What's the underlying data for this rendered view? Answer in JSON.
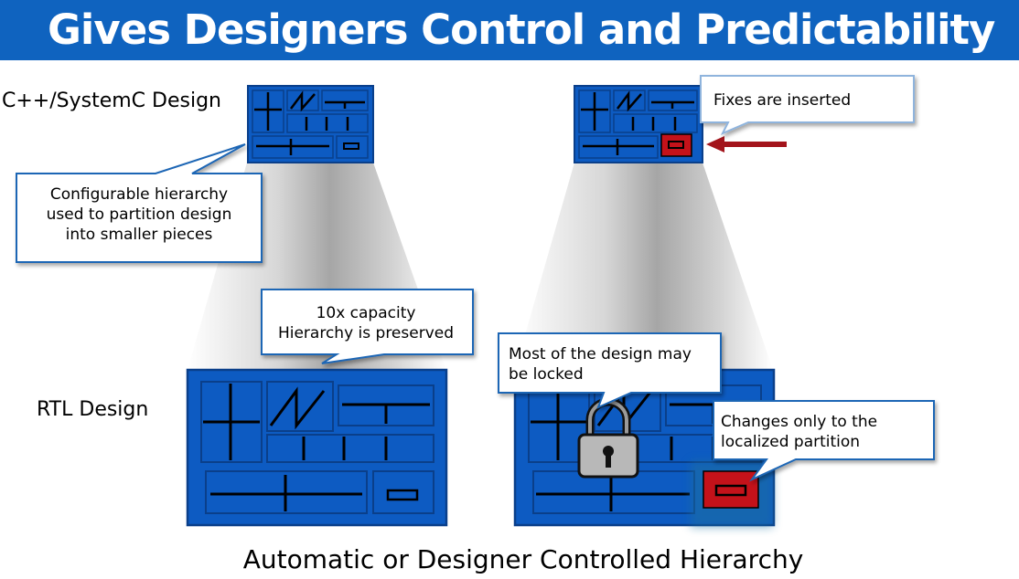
{
  "title": "Gives Designers Control and Predictability",
  "labels": {
    "cpp_design": "C++/SystemC Design",
    "rtl_design": "RTL  Design",
    "caption": "Automatic or Designer Controlled Hierarchy"
  },
  "callouts": {
    "configurable_line1": "Configurable hierarchy",
    "configurable_line2": "used to partition design",
    "configurable_line3": "into smaller pieces",
    "capacity_line1": "10x capacity",
    "capacity_line2": "Hierarchy is preserved",
    "fixes": "Fixes are inserted",
    "locked_line1": "Most of the design may",
    "locked_line2": "be locked",
    "changes_line1": "Changes only to the",
    "changes_line2": "localized partition"
  },
  "colors": {
    "title_bar": "#0f63bf",
    "block_blue": "#0d5bc2",
    "block_border": "#0a3f8a",
    "fix_red": "#c4121a",
    "arrow_red": "#a3141b",
    "callout_border": "#1f66b5",
    "callout_border_light": "#8fb4dd"
  },
  "icons": {
    "lock": "padlock-icon",
    "arrow": "arrow-left-icon"
  }
}
